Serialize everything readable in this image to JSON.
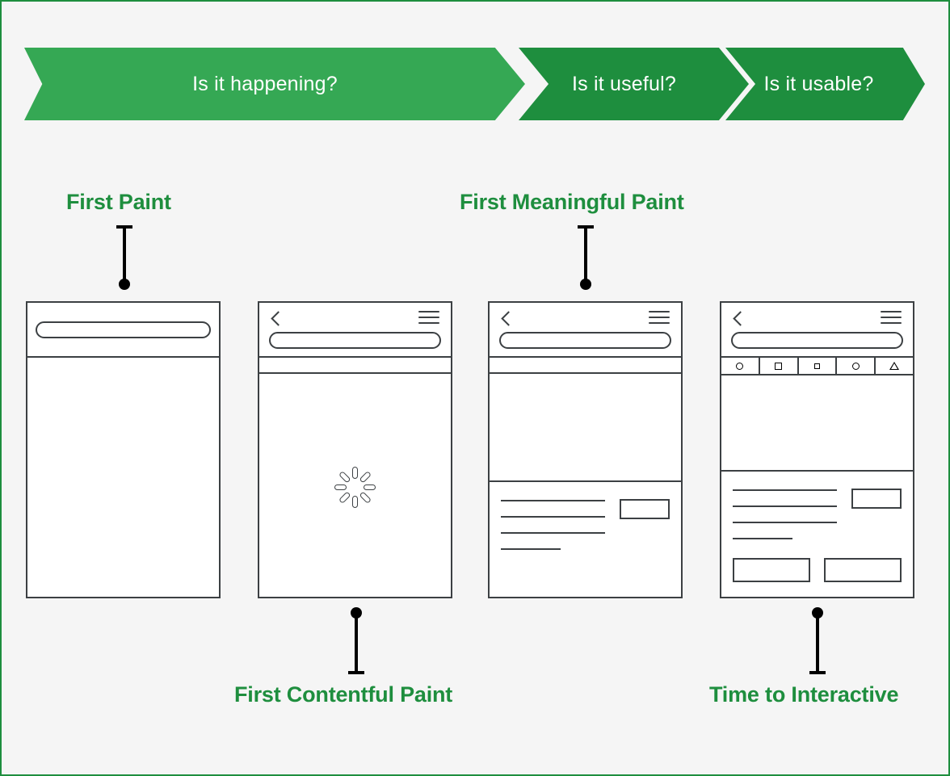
{
  "theme": {
    "frame_border_color": "#1e8e3e",
    "background_color": "#f5f5f5",
    "chevron_light_green": "#35a854",
    "chevron_dark_green": "#1e8e3e",
    "label_green": "#1e8e3e",
    "wireframe_stroke": "#3c4043"
  },
  "banner": {
    "segments": [
      {
        "label": "Is it happening?",
        "color": "#35a854"
      },
      {
        "label": "Is it useful?",
        "color": "#1e8e3e"
      },
      {
        "label": "Is it usable?",
        "color": "#1e8e3e"
      }
    ]
  },
  "metrics": [
    {
      "key": "first-paint",
      "label": "First Paint",
      "position": "top"
    },
    {
      "key": "first-meaningful-paint",
      "label": "First Meaningful Paint",
      "position": "top"
    },
    {
      "key": "first-contentful-paint",
      "label": "First Contentful Paint",
      "position": "bottom"
    },
    {
      "key": "time-to-interactive",
      "label": "Time to Interactive",
      "position": "bottom"
    }
  ],
  "phones": [
    {
      "key": "phone-first-paint",
      "has_nav_icons": false,
      "has_strip": false,
      "has_toolbar": false,
      "has_spinner": false,
      "has_content": false,
      "has_buttons": false
    },
    {
      "key": "phone-first-contentful-paint",
      "has_nav_icons": true,
      "has_strip": true,
      "has_toolbar": false,
      "has_spinner": true,
      "has_content": false,
      "has_buttons": false
    },
    {
      "key": "phone-first-meaningful-paint",
      "has_nav_icons": true,
      "has_strip": true,
      "has_toolbar": false,
      "has_spinner": false,
      "has_content": true,
      "has_buttons": false
    },
    {
      "key": "phone-time-to-interactive",
      "has_nav_icons": true,
      "has_strip": false,
      "has_toolbar": true,
      "has_spinner": false,
      "has_content": true,
      "has_buttons": true
    }
  ],
  "toolbar_icons": [
    "circle-icon",
    "square-icon",
    "square-small-icon",
    "circle-icon",
    "triangle-icon"
  ],
  "icons": {
    "back": "back-chevron-icon",
    "menu": "hamburger-menu-icon",
    "address_bar": "address-bar-pill",
    "spinner": "loading-spinner-icon"
  }
}
